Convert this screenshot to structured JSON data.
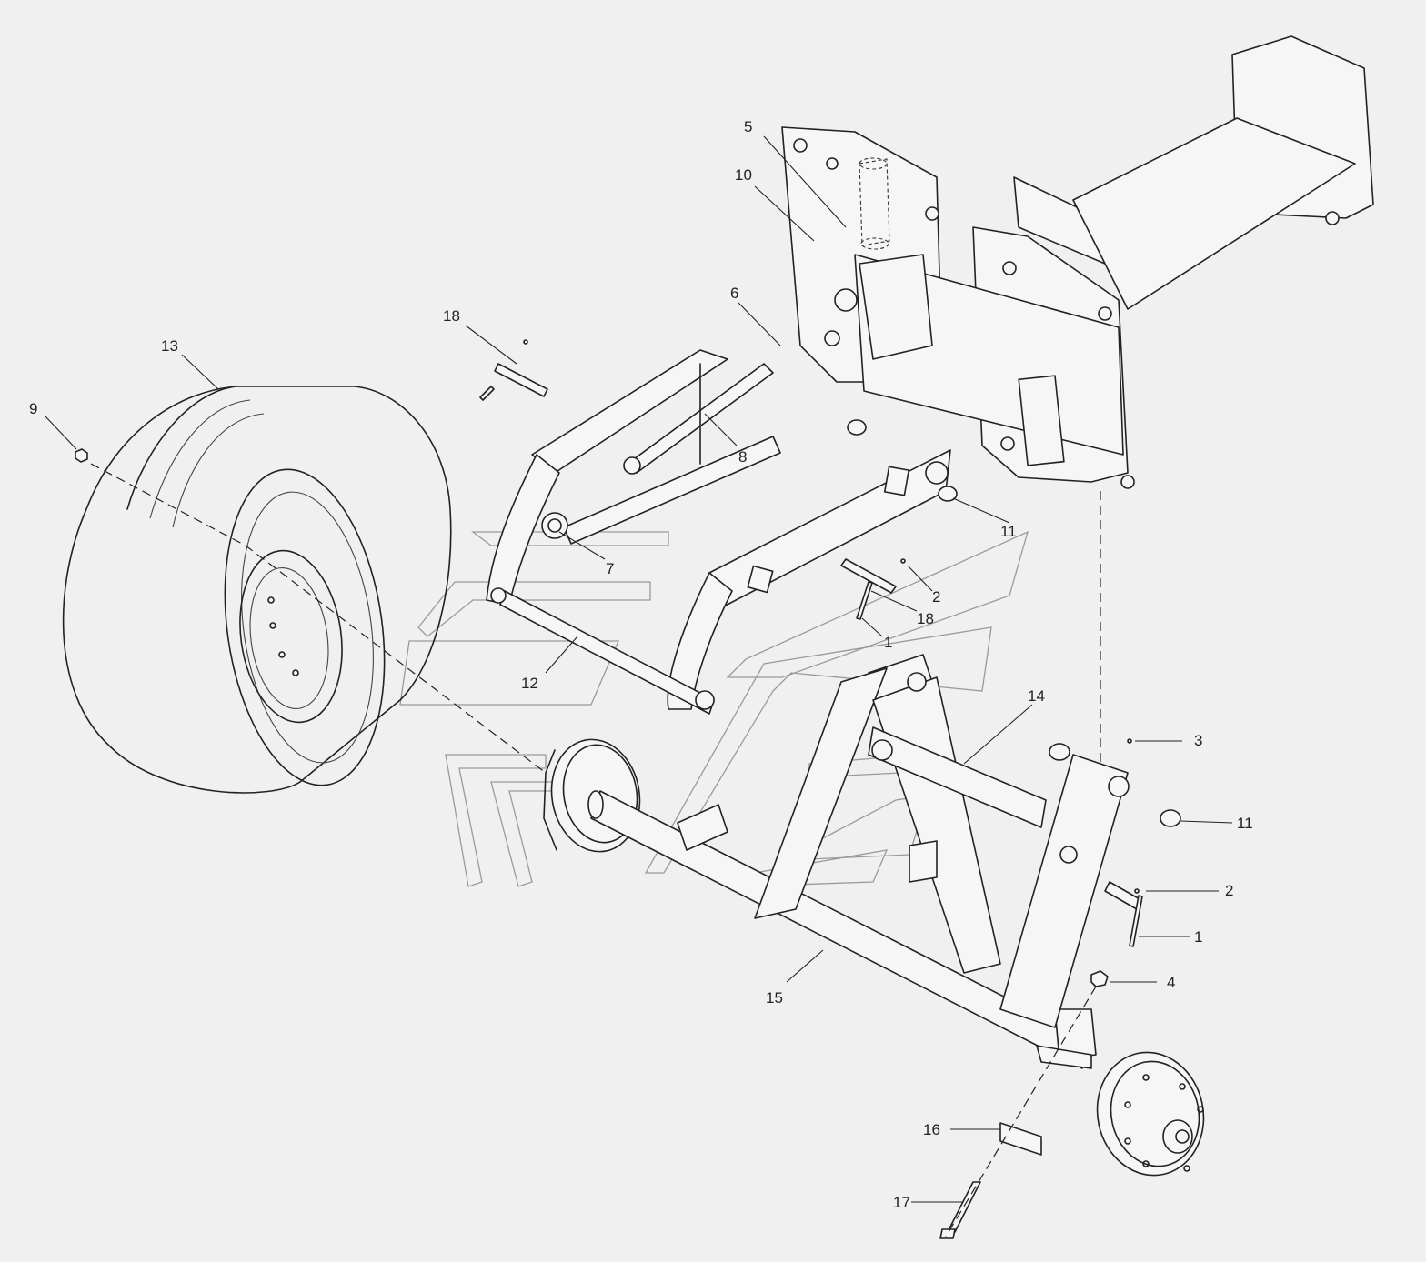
{
  "figure": {
    "type": "exploded parts diagram",
    "colors": {
      "background": "#f0f0f0",
      "line": "#222222",
      "watermark": "#9a9a9a"
    }
  },
  "callouts": [
    {
      "id": "c-1a",
      "label": "1"
    },
    {
      "id": "c-1b",
      "label": "1"
    },
    {
      "id": "c-2a",
      "label": "2"
    },
    {
      "id": "c-2b",
      "label": "2"
    },
    {
      "id": "c-3",
      "label": "3"
    },
    {
      "id": "c-4",
      "label": "4"
    },
    {
      "id": "c-5",
      "label": "5"
    },
    {
      "id": "c-6",
      "label": "6"
    },
    {
      "id": "c-7",
      "label": "7"
    },
    {
      "id": "c-8",
      "label": "8"
    },
    {
      "id": "c-9",
      "label": "9"
    },
    {
      "id": "c-10",
      "label": "10"
    },
    {
      "id": "c-11a",
      "label": "11"
    },
    {
      "id": "c-11b",
      "label": "11"
    },
    {
      "id": "c-12",
      "label": "12"
    },
    {
      "id": "c-13",
      "label": "13"
    },
    {
      "id": "c-14",
      "label": "14"
    },
    {
      "id": "c-15",
      "label": "15"
    },
    {
      "id": "c-16",
      "label": "16"
    },
    {
      "id": "c-17",
      "label": "17"
    },
    {
      "id": "c-18a",
      "label": "18"
    },
    {
      "id": "c-18b",
      "label": "18"
    }
  ]
}
